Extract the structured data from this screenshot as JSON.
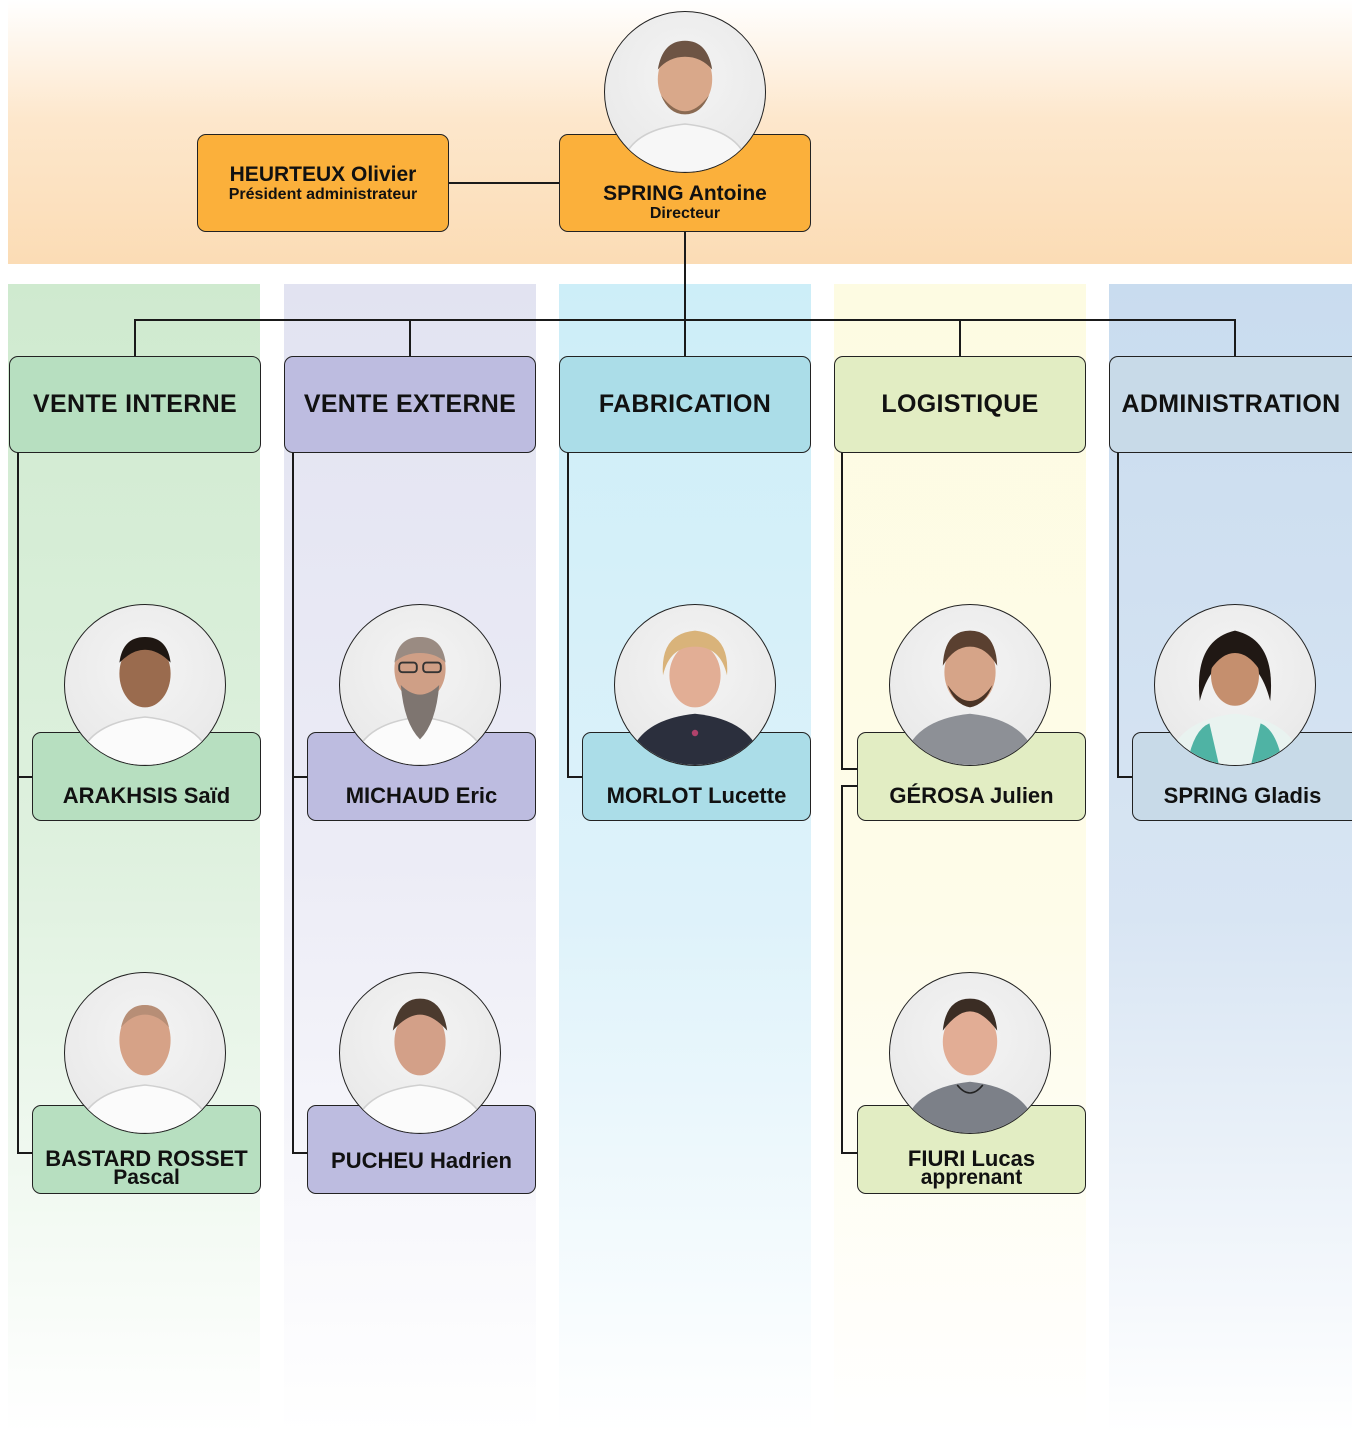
{
  "top": {
    "president_name": "HEURTEUX Olivier",
    "president_role": "Président administrateur",
    "director_name": "SPRING Antoine",
    "director_role": "Directeur"
  },
  "departments": [
    {
      "title": "VENTE INTERNE"
    },
    {
      "title": "VENTE EXTERNE"
    },
    {
      "title": "FABRICATION"
    },
    {
      "title": "LOGISTIQUE"
    },
    {
      "title": "ADMINISTRATION"
    }
  ],
  "people": {
    "arakhsis": {
      "name": "ARAKHSIS Saïd"
    },
    "bastard": {
      "name": "BASTARD ROSSET",
      "sub": "Pascal"
    },
    "michaud": {
      "name": "MICHAUD Eric"
    },
    "pucheu": {
      "name": "PUCHEU Hadrien"
    },
    "morlot": {
      "name": "MORLOT Lucette"
    },
    "gerosa": {
      "name": "GÉROSA Julien"
    },
    "fiuri": {
      "name": "FIURI Lucas",
      "sub": "apprenant"
    },
    "gladis": {
      "name": "SPRING Gladis"
    }
  },
  "colors": {
    "top": "#fbb03b",
    "vente_interne": "#b7dfc0",
    "vente_externe": "#bdbce0",
    "fabrication": "#abdde8",
    "logistique": "#e2edc3",
    "administration": "#c8dae8"
  }
}
